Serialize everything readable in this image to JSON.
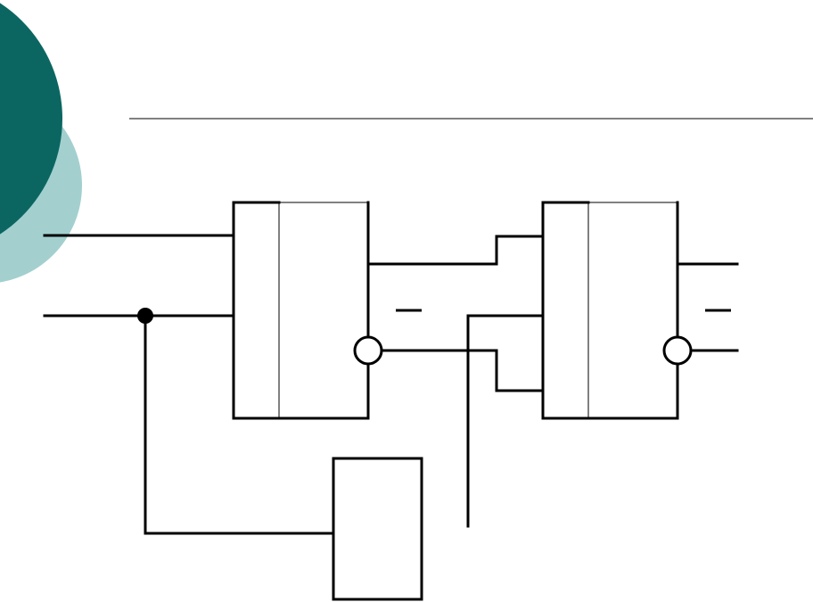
{
  "theme": {
    "circle_dark_color": "#0b6661",
    "circle_light_color": "#a3d0cf"
  },
  "diagram": {
    "components": [
      "flip-flop-1",
      "flip-flop-2",
      "auxiliary-block"
    ],
    "flip_flop_count": 2,
    "inverted_outputs": 2,
    "labels": []
  }
}
